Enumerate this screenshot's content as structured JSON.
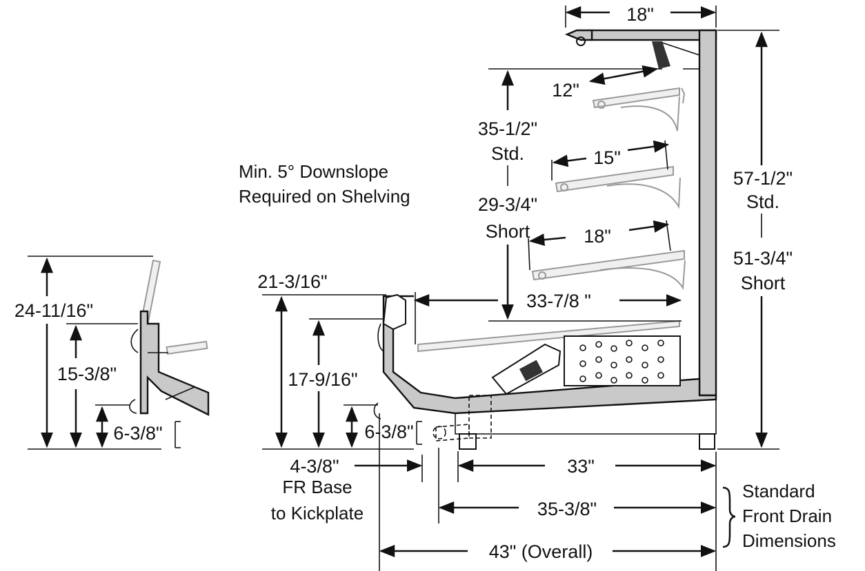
{
  "diagram": {
    "dimensions": {
      "top_depth": "18\"",
      "shelf_12": "12\"",
      "shelf_15": "15\"",
      "shelf_18": "18\"",
      "height_std_label": "35-1/2\"",
      "height_std_sub": "Std.",
      "height_short_label": "29-3/4\"",
      "height_short_sub": "Short",
      "overall_height_std": "57-1/2\"",
      "overall_height_std_sub": "Std.",
      "overall_height_short": "51-3/4\"",
      "overall_height_short_sub": "Short",
      "deck_depth": "33-7/8 \"",
      "front_height": "21-3/16\"",
      "front_inner_height": "17-9/16\"",
      "bumper_height": "6-3/8\"",
      "side_total_height": "24-11/16\"",
      "side_mid_height": "15-3/8\"",
      "side_bumper_height": "6-3/8\"",
      "base_offset": "4-3/8\"",
      "base_offset_note_1": "FR Base",
      "base_offset_note_2": "to Kickplate",
      "drain_33": "33\"",
      "drain_35": "35-3/8\"",
      "overall_depth": "43\" (Overall)"
    },
    "notes": {
      "slope_line_1": "Min. 5° Downslope",
      "slope_line_2": "Required on Shelving",
      "drain_line_1": "Standard",
      "drain_line_2": "Front Drain",
      "drain_line_3": "Dimensions"
    }
  }
}
